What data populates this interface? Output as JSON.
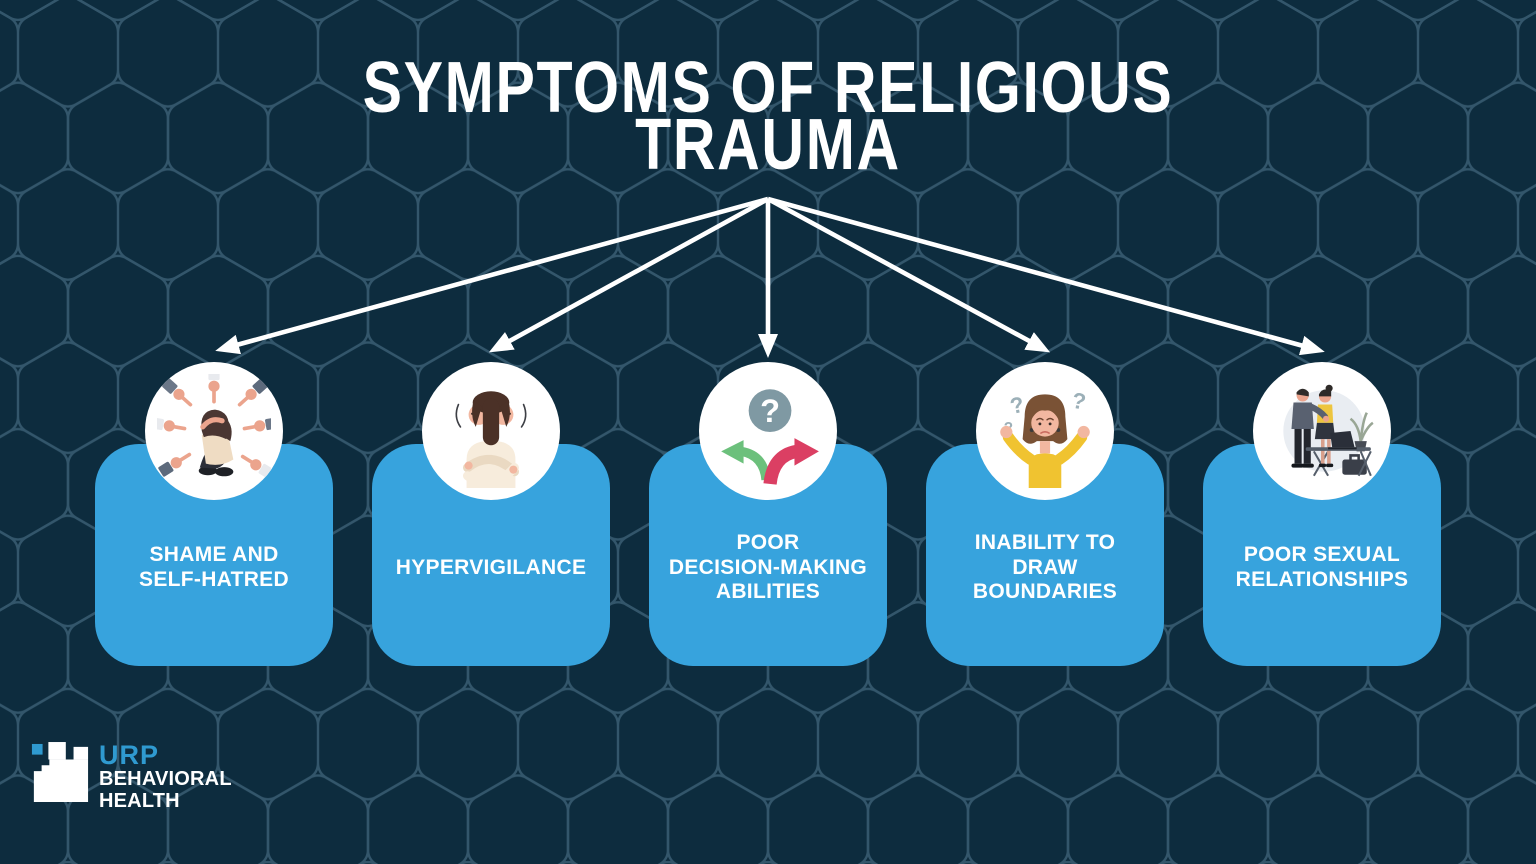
{
  "title": {
    "text": "SYMPTOMS OF RELIGIOUS\nTRAUMA"
  },
  "cards": [
    {
      "label": "SHAME AND\nSELF-HATRED",
      "icon": "shamed-person-pointing-fingers-illustration"
    },
    {
      "label": "HYPERVIGILANCE",
      "icon": "anxious-woman-looking-over-shoulder-illustration"
    },
    {
      "label": "POOR\nDECISION-MAKING\nABILITIES",
      "icon": "question-mark-diverging-arrows-icon"
    },
    {
      "label": "INABILITY TO\nDRAW\nBOUNDARIES",
      "icon": "confused-shrugging-woman-illustration"
    },
    {
      "label": "POOR SEXUAL\nRELATIONSHIPS",
      "icon": "couple-at-office-desk-illustration"
    }
  ],
  "logo": {
    "brand": "URP",
    "line2": "BEHAVIORAL",
    "line3": "HEALTH"
  },
  "glyphs": {
    "question_mark": "?"
  },
  "colors": {
    "background": "#0d2c3e",
    "hexagon_line": "#33566b",
    "card_blue": "#37a3dd",
    "text_white": "#ffffff",
    "logo_blue": "#2f9ad0",
    "arrow_white": "#ffffff",
    "icon_green": "#6cc07c",
    "icon_red": "#db3f63",
    "icon_gray_blue": "#7f99a3",
    "icon_yellow": "#f0c330",
    "skin_tone": "#f2b7a0",
    "hair_brown": "#4a3632"
  }
}
